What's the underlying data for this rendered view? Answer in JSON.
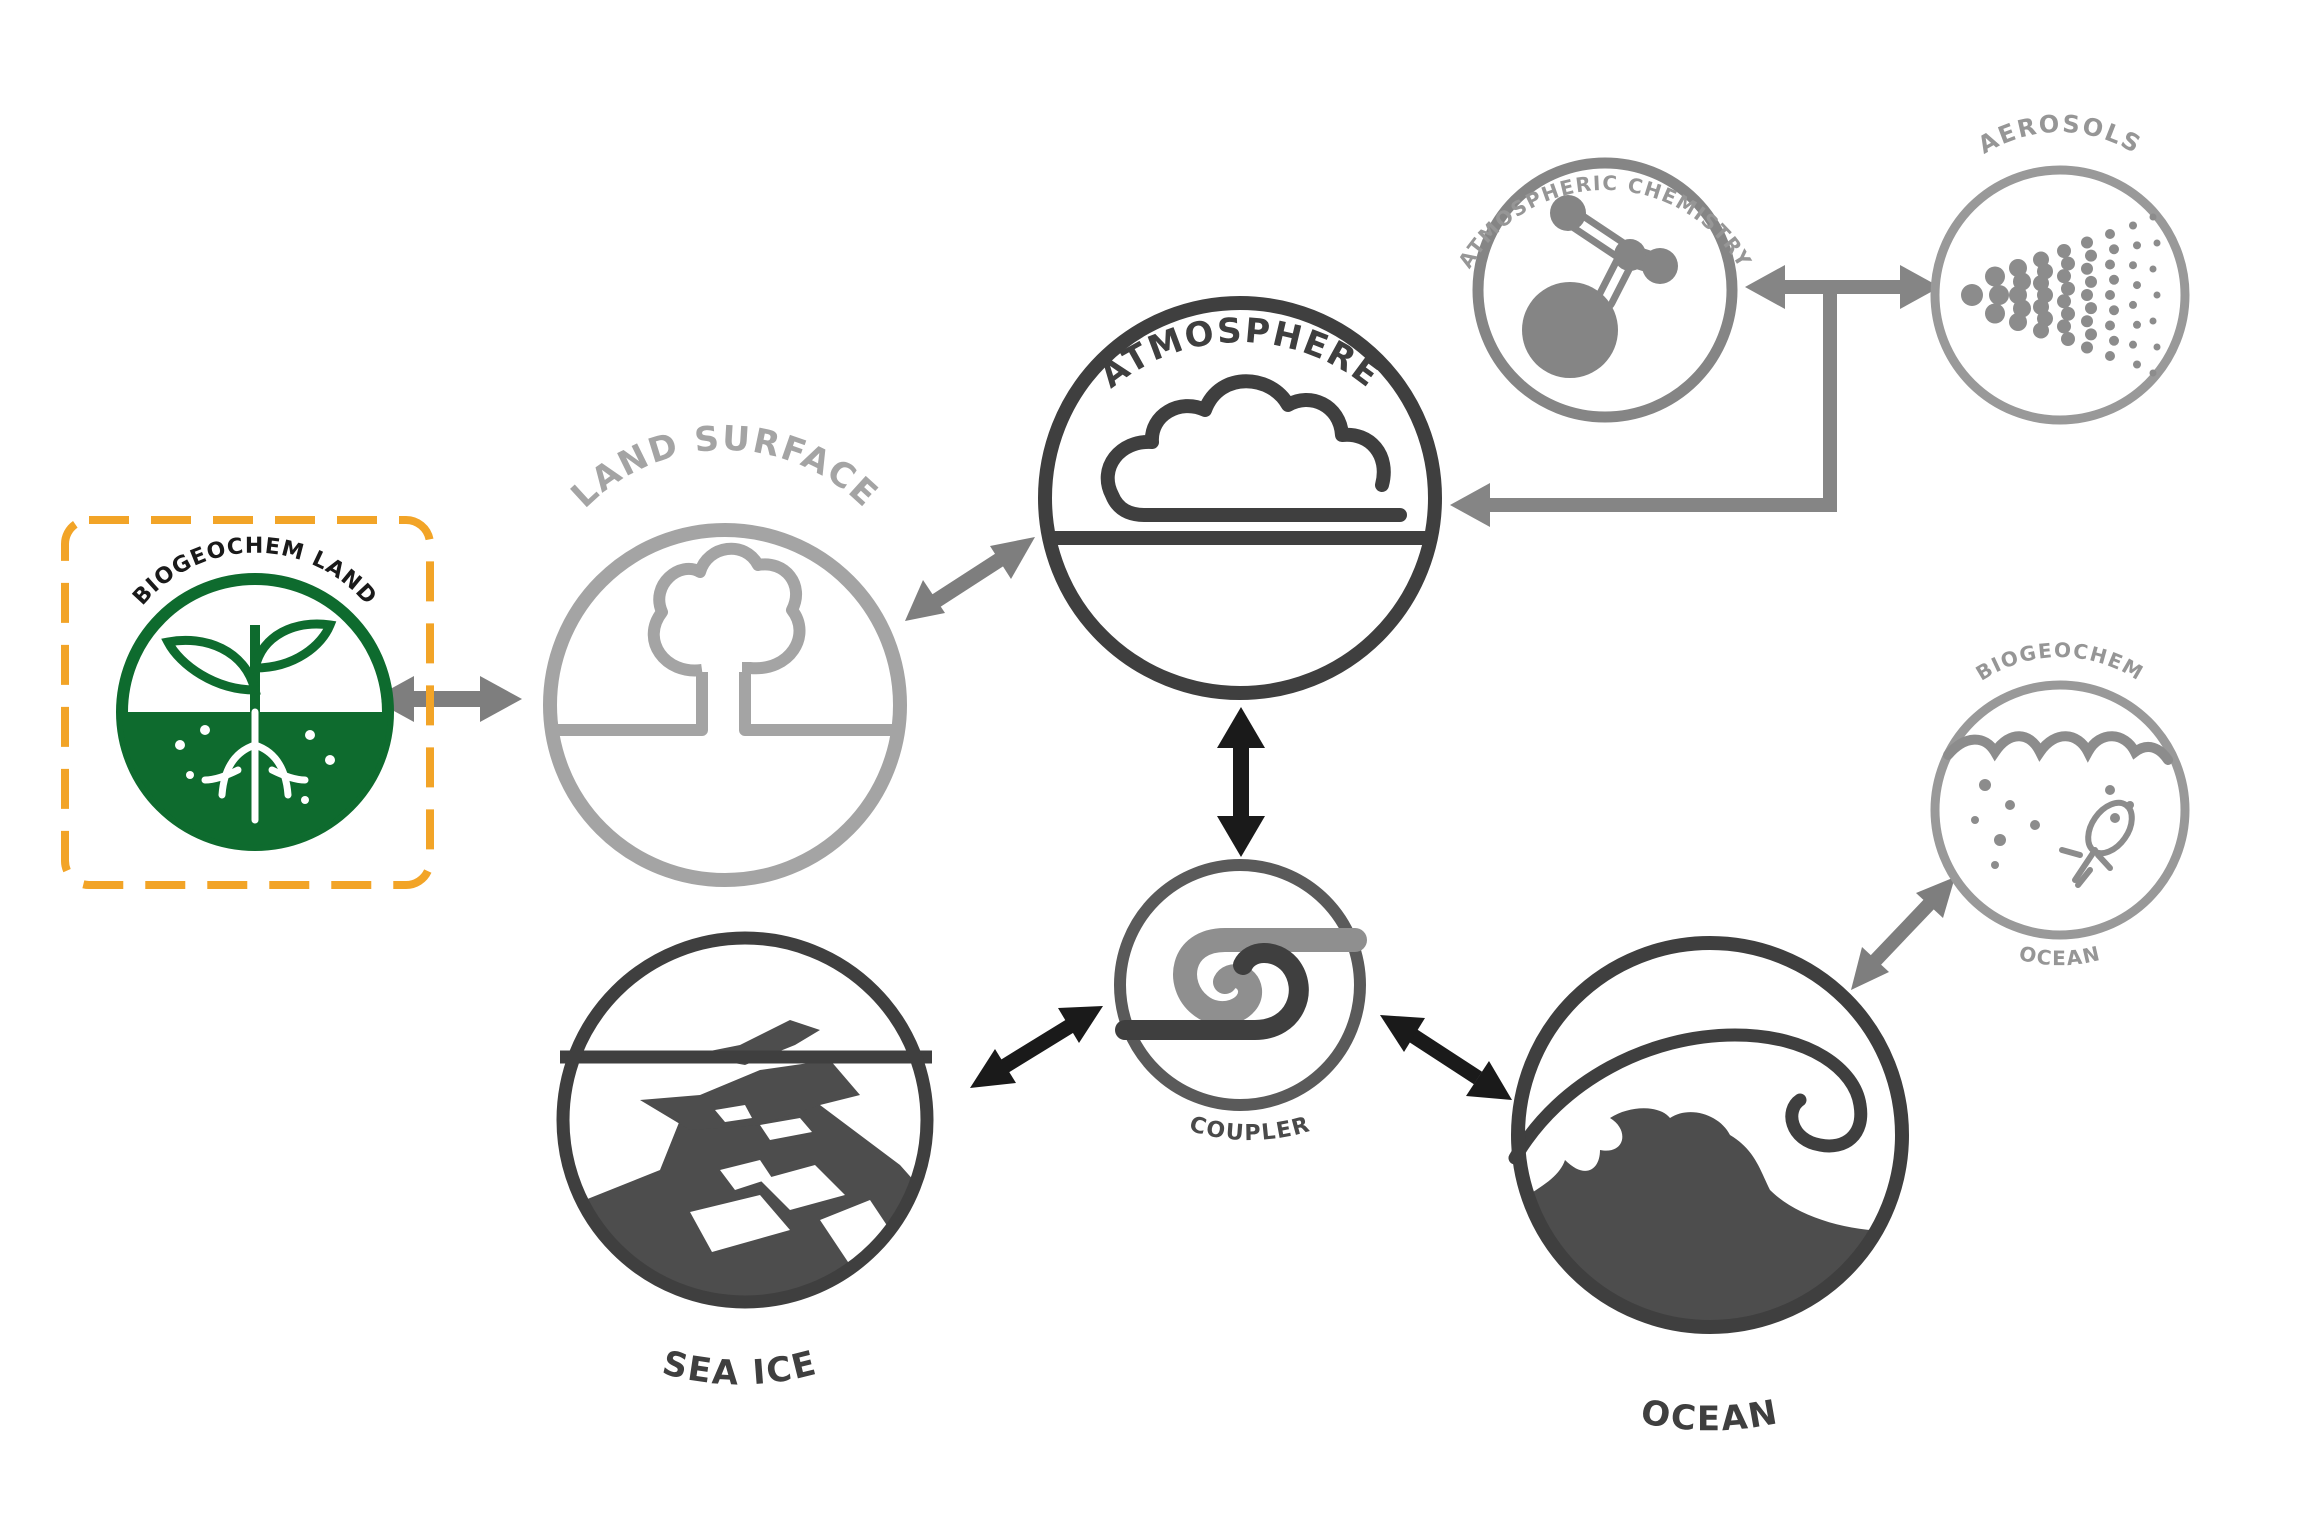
{
  "colors": {
    "dark": "#3f3f3f",
    "mid": "#6e6e6e",
    "light": "#8f8f8f",
    "pale": "#a4a4a4",
    "green": "#0e6b2e",
    "highlight": "#f2a427",
    "black_arrow": "#1a1a1a"
  },
  "components": {
    "atmosphere": {
      "label": "ATMOSPHERE",
      "icon": "cloud-icon"
    },
    "atmospheric_chemistry": {
      "label": "ATMOSPHERIC CHEMISTRY",
      "icon": "molecule-icon"
    },
    "aerosols": {
      "label": "AEROSOLS",
      "icon": "particles-icon"
    },
    "land_surface": {
      "label": "LAND SURFACE",
      "icon": "tree-icon"
    },
    "biogeochem_land": {
      "label": "BIOGEOCHEM LAND",
      "icon": "sprout-icon"
    },
    "coupler": {
      "label": "COUPLER",
      "icon": "swirl-icon"
    },
    "sea_ice": {
      "label": "SEA ICE",
      "icon": "ice-floes-icon"
    },
    "ocean": {
      "label": "OCEAN",
      "icon": "wave-icon"
    },
    "biogeochem_ocean": {
      "label_top": "BIOGEOCHEM",
      "label_bottom": "OCEAN",
      "icon": "plankton-icon"
    }
  }
}
